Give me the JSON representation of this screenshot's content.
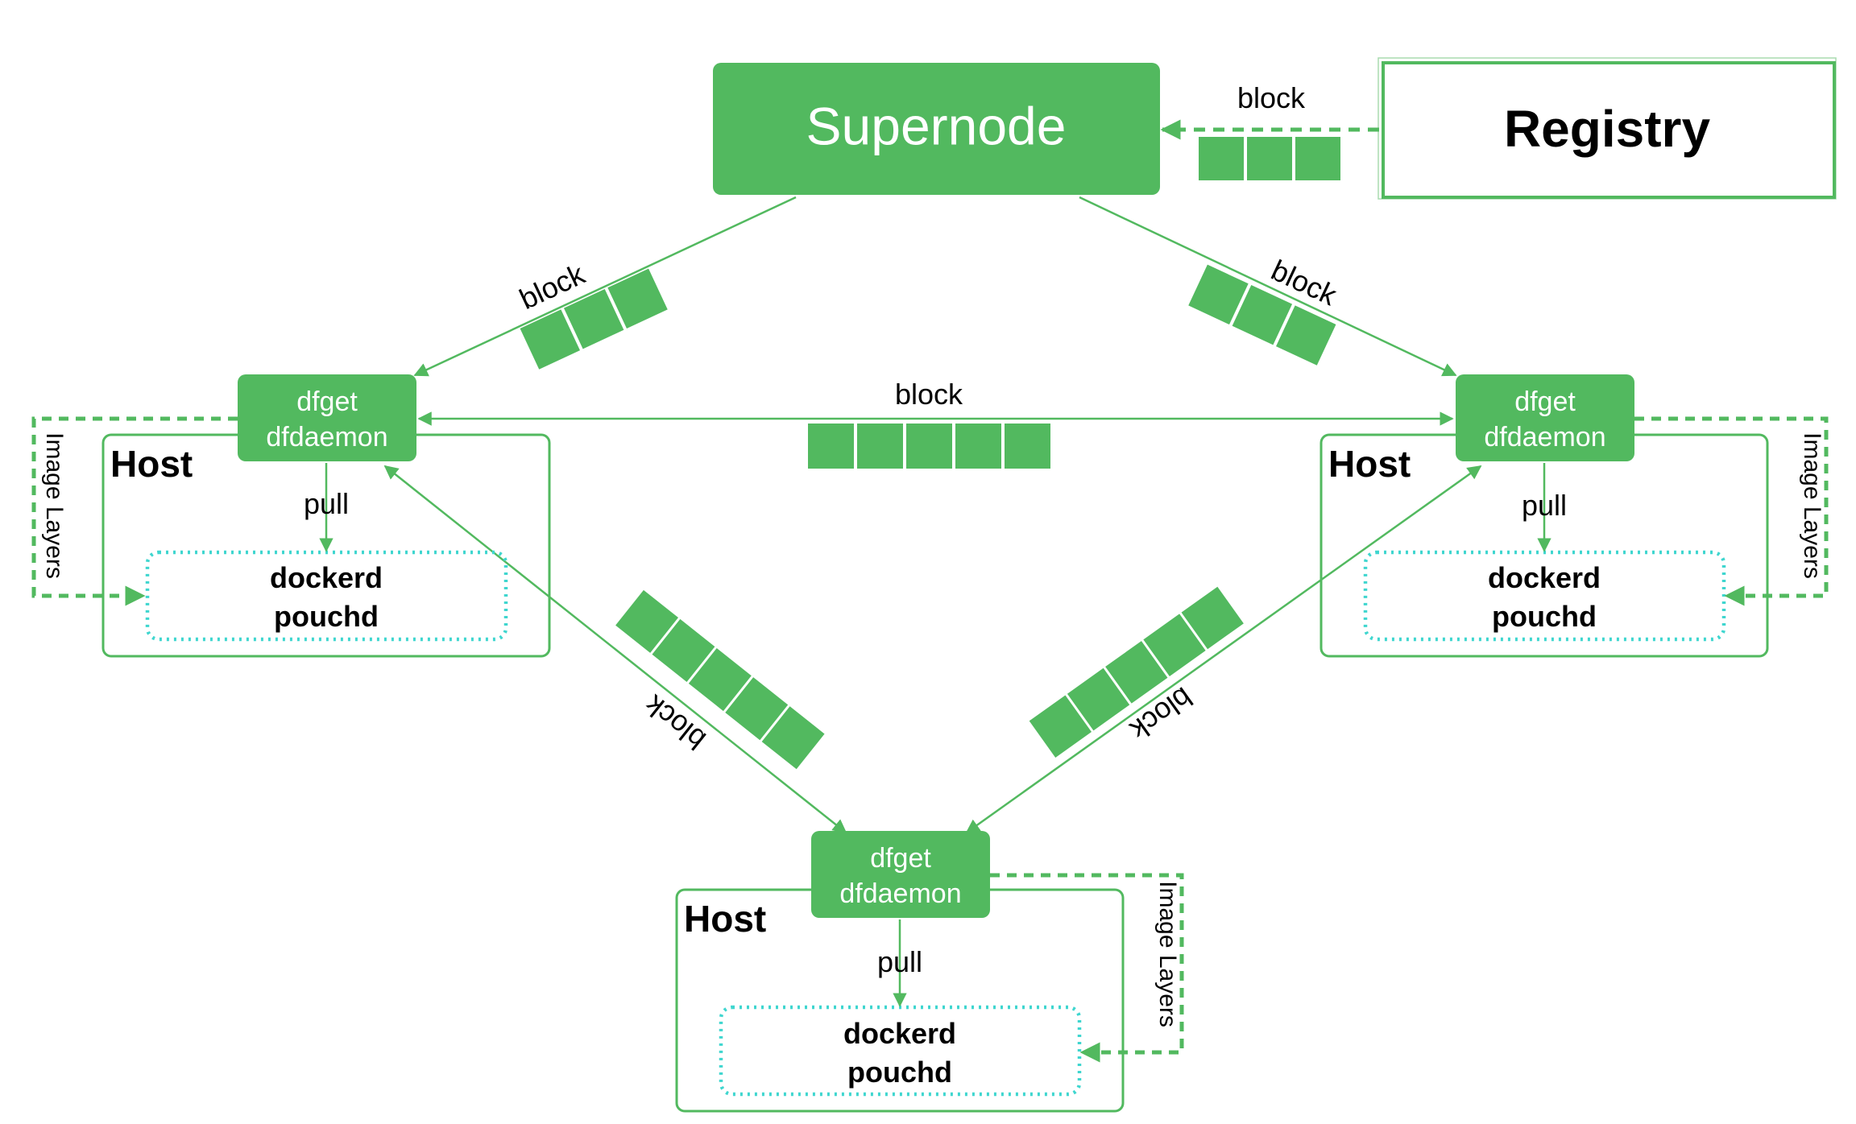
{
  "supernode": {
    "label": "Supernode"
  },
  "registry": {
    "label": "Registry"
  },
  "block_label": "block",
  "pull_label": "pull",
  "image_layers_label": "Image Layers",
  "hosts": [
    {
      "id": "left",
      "host_label": "Host",
      "daemon_line1": "dfget",
      "daemon_line2": "dfdaemon",
      "engine_line1": "dockerd",
      "engine_line2": "pouchd"
    },
    {
      "id": "right",
      "host_label": "Host",
      "daemon_line1": "dfget",
      "daemon_line2": "dfdaemon",
      "engine_line1": "dockerd",
      "engine_line2": "pouchd"
    },
    {
      "id": "bottom",
      "host_label": "Host",
      "daemon_line1": "dfget",
      "daemon_line2": "dfdaemon",
      "engine_line1": "dockerd",
      "engine_line2": "pouchd"
    }
  ],
  "colors": {
    "green": "#52b95f",
    "teal": "#3fd6cf",
    "text": "#000000",
    "white": "#ffffff"
  }
}
